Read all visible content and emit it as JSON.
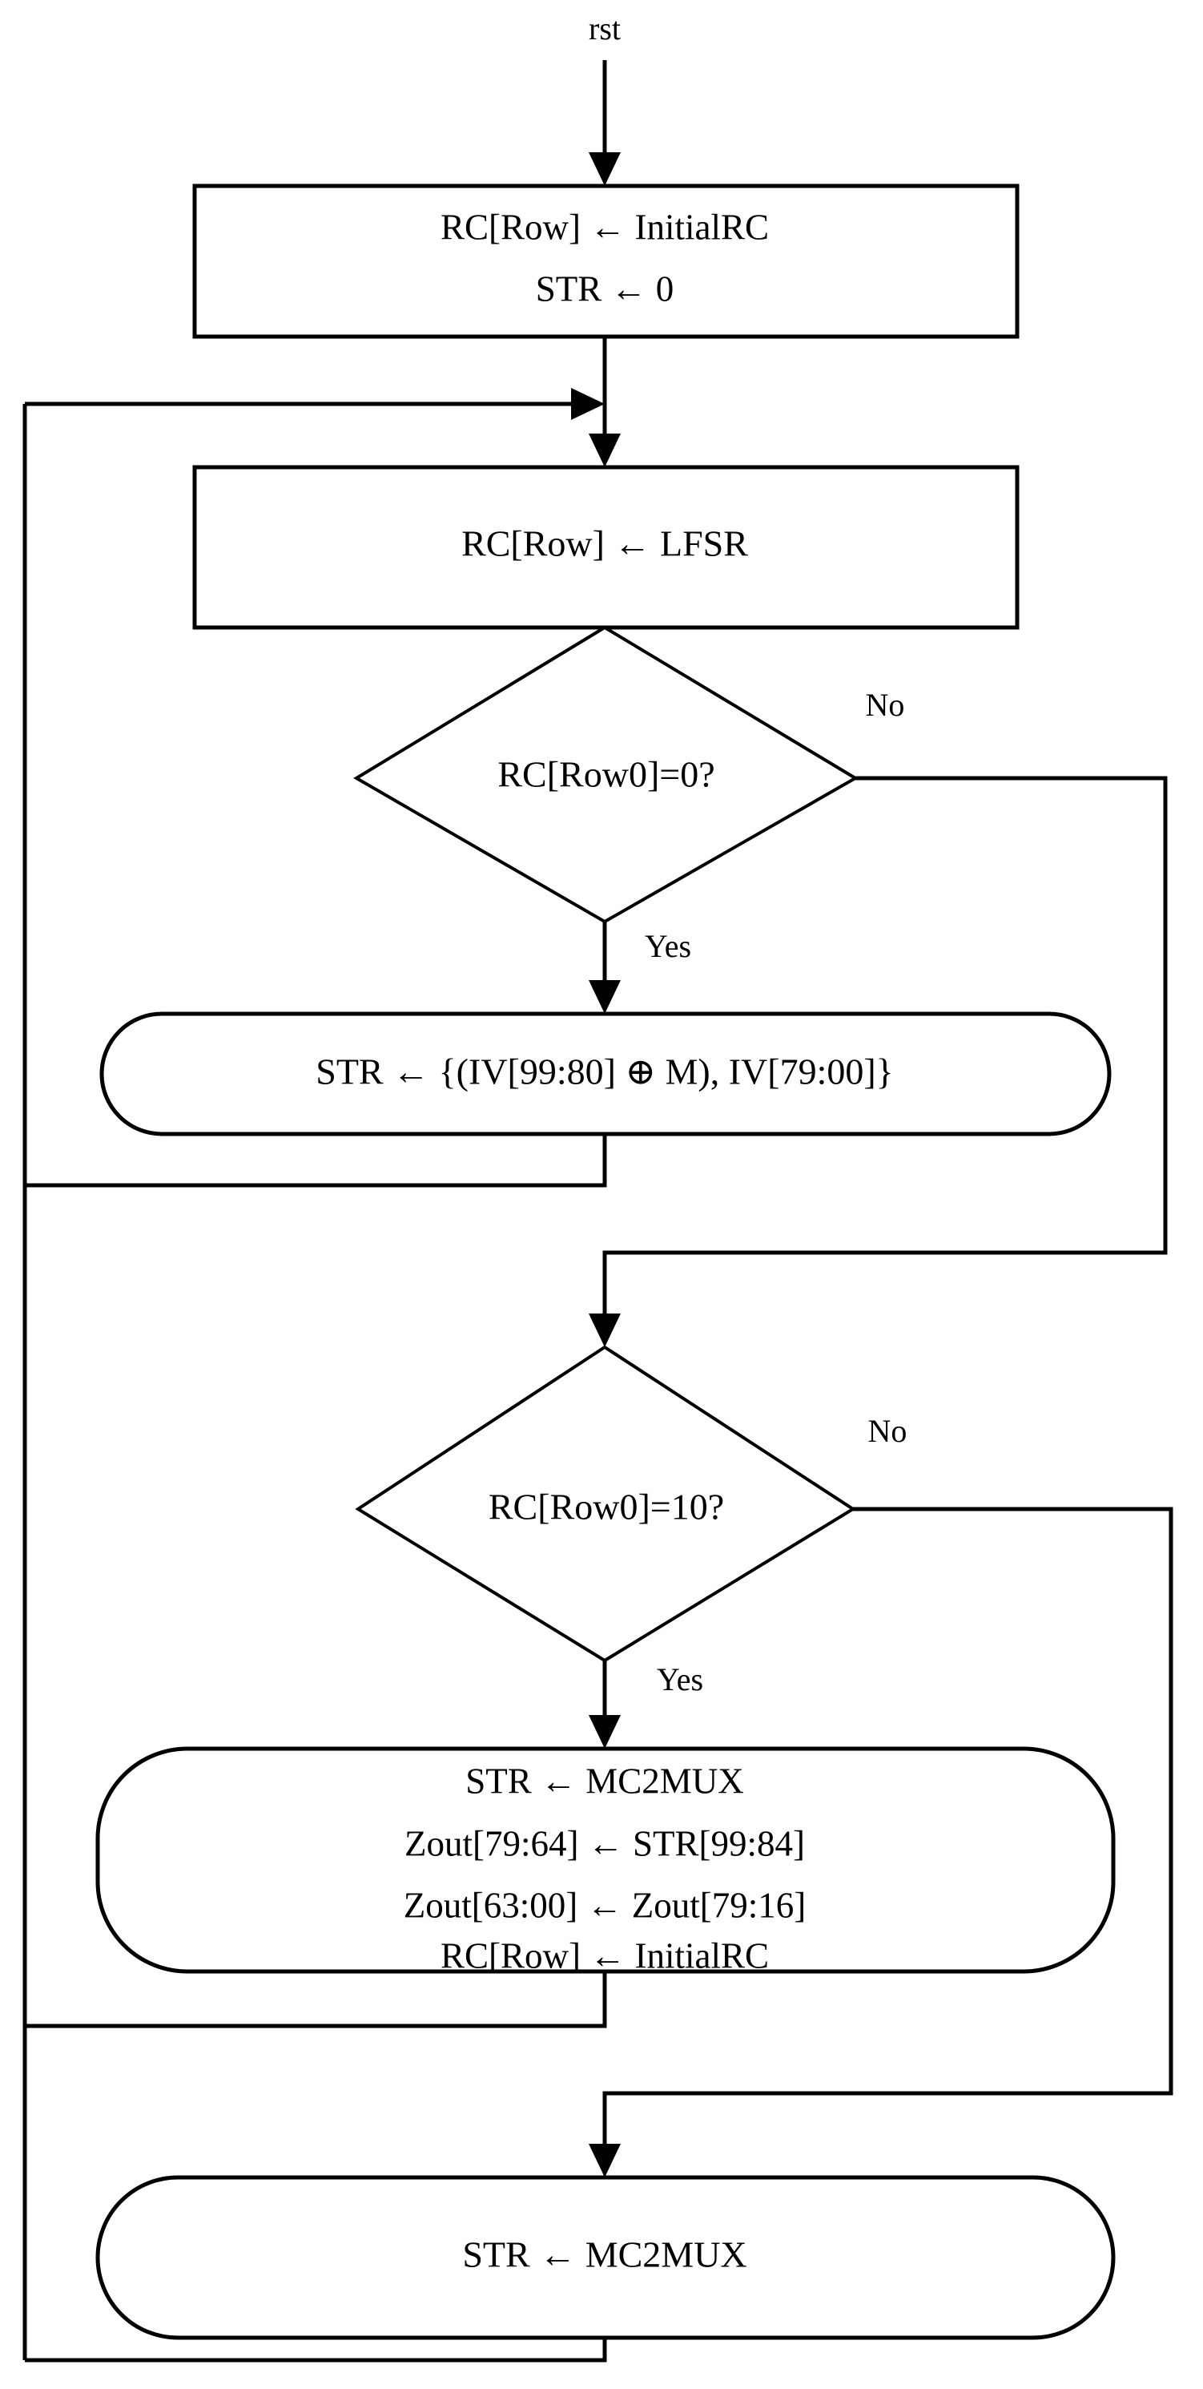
{
  "diagram": {
    "type": "flowchart",
    "title_signal": "rst",
    "nodes": [
      {
        "id": "init",
        "shape": "process-rectangle",
        "lines": [
          "RC[Row] ← InitialRC",
          "STR ← 0"
        ]
      },
      {
        "id": "lfsr",
        "shape": "process-rectangle",
        "lines": [
          "RC[Row] ← LFSR"
        ]
      },
      {
        "id": "dec1",
        "shape": "decision-diamond",
        "lines": [
          "RC[Row0]=0?"
        ]
      },
      {
        "id": "str_iv",
        "shape": "rounded-rectangle",
        "lines": [
          "STR ← {(IV[99:80] ⊕ M), IV[79:00]}"
        ]
      },
      {
        "id": "dec2",
        "shape": "decision-diamond",
        "lines": [
          "RC[Row0]=10?"
        ]
      },
      {
        "id": "mc2mux_block",
        "shape": "rounded-rectangle",
        "lines": [
          "STR ← MC2MUX",
          "Zout[79:64] ← STR[99:84]",
          "Zout[63:00] ← Zout[79:16]",
          "RC[Row] ← InitialRC"
        ]
      },
      {
        "id": "mc2mux_final",
        "shape": "rounded-rectangle",
        "lines": [
          "STR ← MC2MUX"
        ]
      }
    ],
    "edge_labels": {
      "dec1_no": "No",
      "dec1_yes": "Yes",
      "dec2_no": "No",
      "dec2_yes": "Yes"
    },
    "colors": {
      "stroke": "#000000",
      "fill": "#ffffff",
      "text": "#000000"
    }
  }
}
